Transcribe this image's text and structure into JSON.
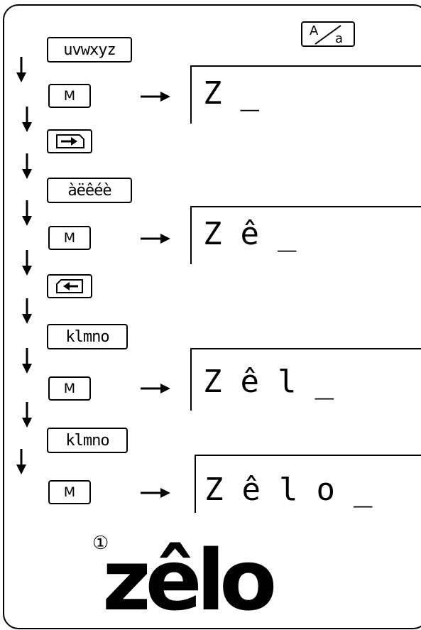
{
  "keys": {
    "letters_uvwxyz": "uvwxyz",
    "accents": "àëêéè",
    "letters_klmno_1": "klmno",
    "letters_klmno_2": "klmno",
    "m_label": "M",
    "case_top": "A",
    "case_bottom": "a"
  },
  "icons": {
    "step_arrow": "down-arrow-icon",
    "result_arrow": "right-arrow-icon",
    "cursor_right": "cursor-right-key-icon",
    "cursor_left": "cursor-left-key-icon",
    "case_toggle": "case-toggle-icon"
  },
  "displays": {
    "d1": "Z_",
    "d2": "Zê_",
    "d3": "Zêl_",
    "d4": "Zêlo_"
  },
  "result": {
    "marker": "①",
    "word": "zêlo"
  }
}
